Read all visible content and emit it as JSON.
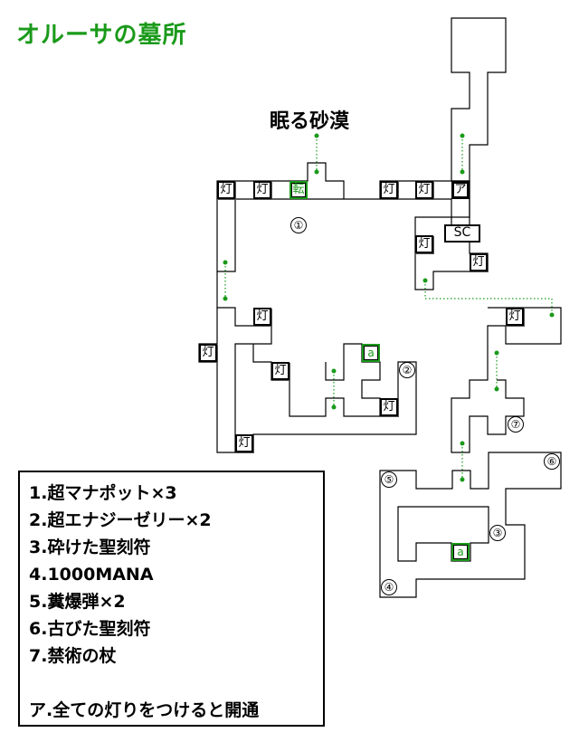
{
  "title": "オルーサの墓所",
  "exit_label": "眠る砂漠",
  "tiles": {
    "lamp": "灯",
    "warp": "転",
    "gate": "ア",
    "save": "SC",
    "item": "a"
  },
  "numbers": [
    "①",
    "②",
    "③",
    "④",
    "⑤",
    "⑥",
    "⑦"
  ],
  "legend": [
    "1.超マナポット×3",
    "2.超エナジーゼリー×2",
    "3.砕けた聖刻符",
    "4.1000MANA",
    "5.糞爆弾×2",
    "6.古びた聖刻符",
    "7.禁術の杖"
  ],
  "legend_note": "ア.全ての灯りをつけると開通",
  "colors": {
    "title": "#1a9a1a",
    "path_dots": "#1a9a1a",
    "walls": "#000000"
  }
}
